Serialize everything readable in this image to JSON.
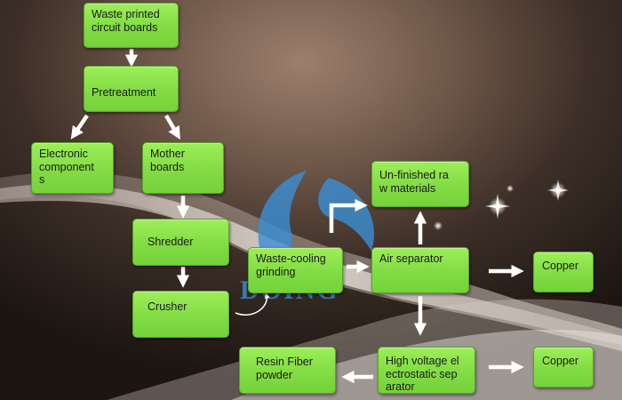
{
  "nodes": {
    "waste_pcb": "Waste printed\ncircuit boards",
    "pretreatment": "Pretreatment",
    "electronic_components": "Electronic\n component\ns",
    "mother_boards": "Mother\nboards",
    "shredder": "Shredder",
    "crusher": "Crusher",
    "waste_cooling": "Waste-cooling\ngrinding",
    "unfinished": "Un-finished ra\nw materials",
    "air_separator": "Air separator",
    "copper_1": "Copper",
    "hv_separator": "High voltage el\nectrostatic sep\narator",
    "copper_2": "Copper",
    "resin_fiber": "Resin Fiber\n powder"
  },
  "watermark": "DOING",
  "colors": {
    "node_fill": "#86de48",
    "node_border": "#5aa52b",
    "arrow": "#ffffff",
    "watermark": "#3a8fd6"
  }
}
